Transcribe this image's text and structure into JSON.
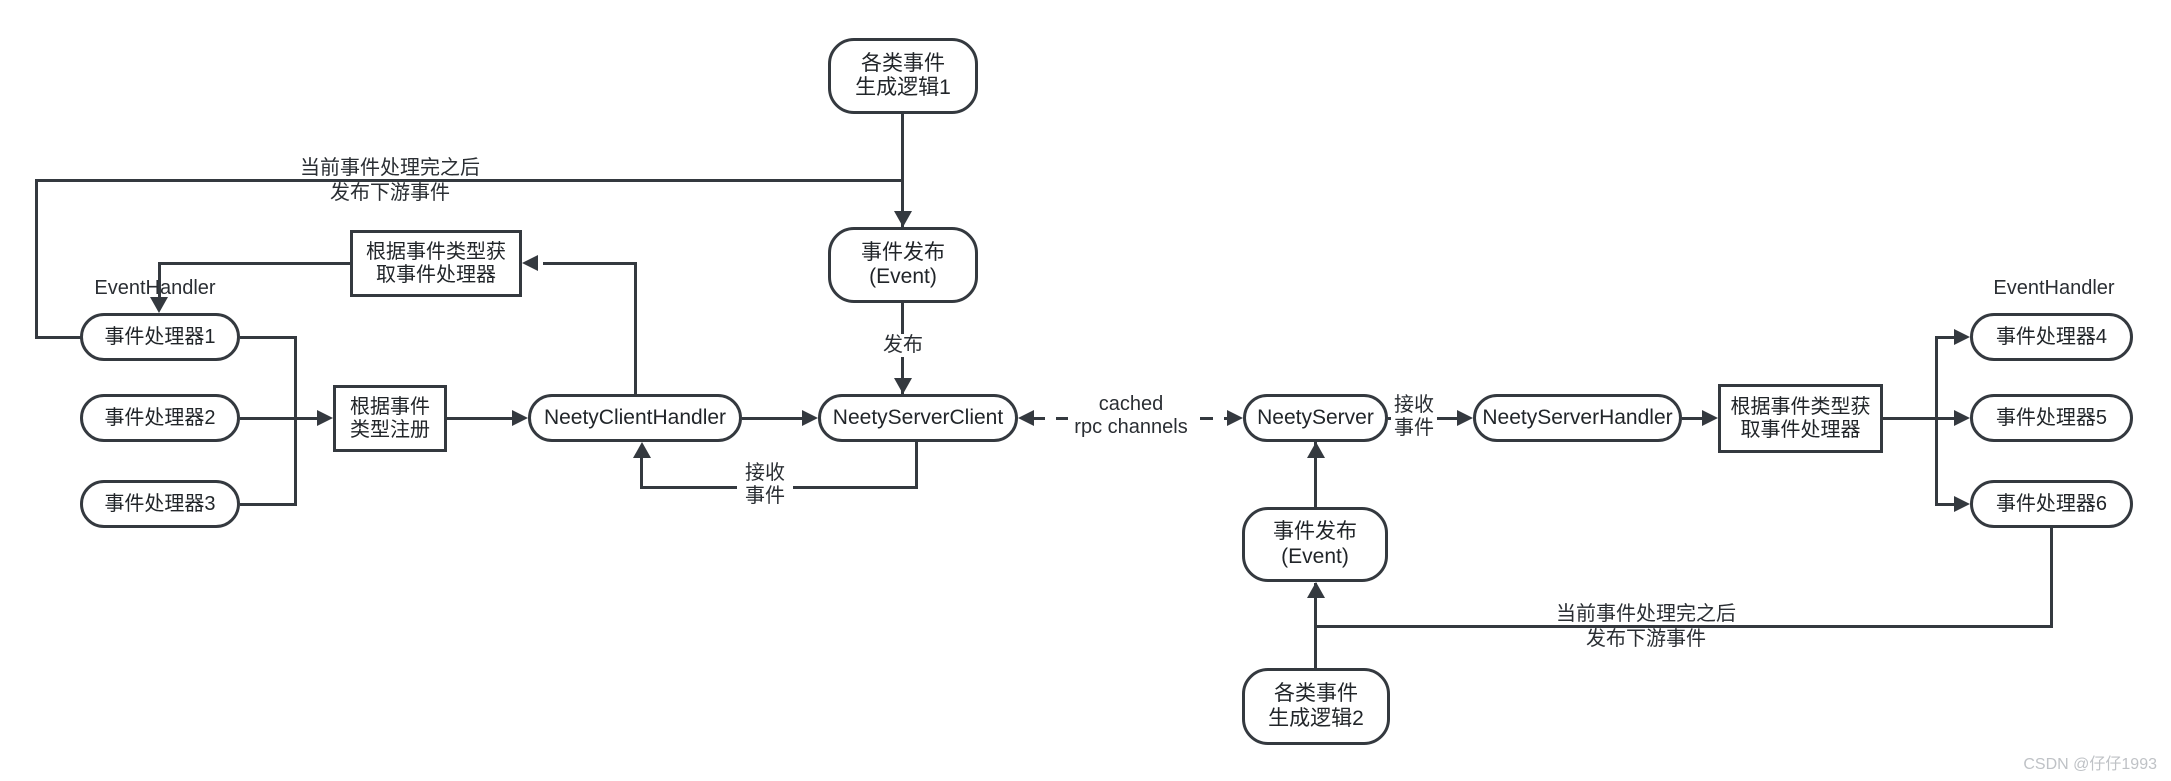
{
  "diagram": {
    "nodes": {
      "gen1": "各类事件\n生成逻辑1",
      "pub1": "事件发布\n(Event)",
      "handler1": "事件处理器1",
      "handler2": "事件处理器2",
      "handler3": "事件处理器3",
      "register_by_type": "根据事件\n类型注册",
      "get_handler_by_type_left": "根据事件类型获\n取事件处理器",
      "neety_client_handler": "NeetyClientHandler",
      "neety_server_client": "NeetyServerClient",
      "neety_server": "NeetyServer",
      "neety_server_handler": "NeetyServerHandler",
      "get_handler_by_type_right": "根据事件类型获\n取事件处理器",
      "handler4": "事件处理器4",
      "handler5": "事件处理器5",
      "handler6": "事件处理器6",
      "pub2": "事件发布\n(Event)",
      "gen2": "各类事件\n生成逻辑2"
    },
    "labels": {
      "event_handler_left": "EventHandler",
      "event_handler_right": "EventHandler",
      "publish": "发布",
      "receive_left": "接收\n事件",
      "receive_right": "接收\n事件",
      "cached_rpc": "cached\nrpc channels",
      "feedback_left": "当前事件处理完之后\n发布下游事件",
      "feedback_right": "当前事件处理完之后\n发布下游事件"
    },
    "watermark": "CSDN @仔仔1993",
    "colors": {
      "stroke": "#34393f",
      "node_fill": "#ffffff",
      "text": "#212529",
      "watermark": "#bfc2c6"
    }
  }
}
